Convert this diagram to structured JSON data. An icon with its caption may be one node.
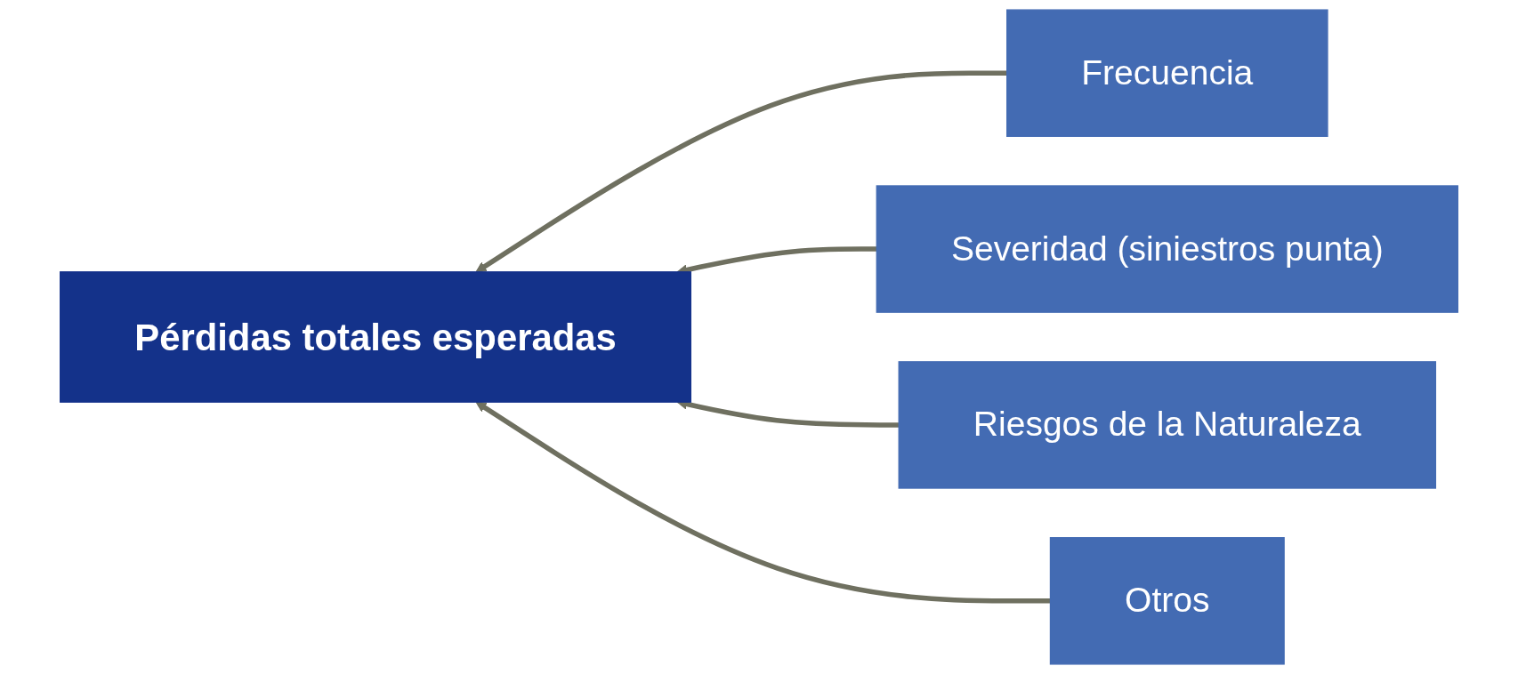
{
  "diagram": {
    "nodes": [
      {
        "text": [
          "Pérdidas totales esperadas"
        ]
      },
      {
        "text": [
          "Frecuencia"
        ]
      },
      {
        "text": [
          "Severidad (siniestros punta)"
        ]
      },
      {
        "text": [
          "Riesgos de la Naturaleza"
        ]
      },
      {
        "text": [
          "Otros"
        ]
      }
    ],
    "edges": [
      {
        "from": 1,
        "to": 0,
        "arrow": "to"
      },
      {
        "from": 2,
        "to": 0,
        "arrow": "to"
      },
      {
        "from": 3,
        "to": 0,
        "arrow": "to"
      },
      {
        "from": 4,
        "to": 0,
        "arrow": "to"
      }
    ]
  }
}
